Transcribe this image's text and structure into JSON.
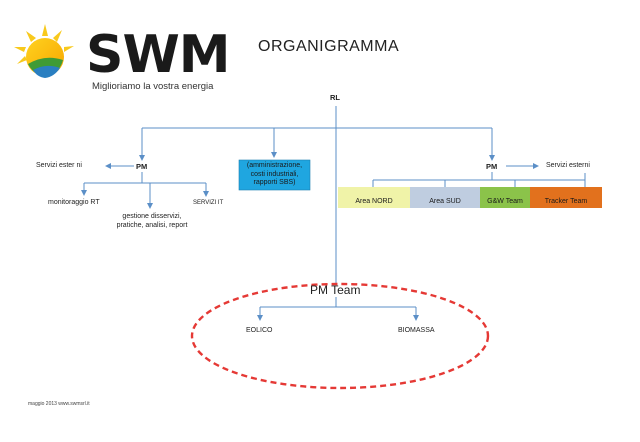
{
  "header": {
    "logo_text": "SWM",
    "tagline": "Miglioriamo la vostra energia",
    "title": "ORGANIGRAMMA"
  },
  "chart": {
    "root": "RL",
    "left_pm": {
      "label": "PM",
      "side_note": "Servizi ester ni",
      "children": [
        "monitoraggio RT",
        "gestione disservizi, pratiche, analisi, report",
        "SERVIZI IT"
      ]
    },
    "center_box": {
      "text": "(amministrazione, costi industriali, rapporti SBS)",
      "color": "#1fa6e0"
    },
    "right_pm": {
      "label": "PM",
      "side_note": "Servizi esterni",
      "areas": [
        {
          "label": "Area NORD",
          "color": "#f0f3a8"
        },
        {
          "label": "Area SUD",
          "color": "#bfcde0"
        },
        {
          "label": "G&W Team",
          "color": "#8bc34a"
        },
        {
          "label": "Tracker Team",
          "color": "#e2711d"
        }
      ]
    },
    "pm_team": {
      "label": "PM Team",
      "children": [
        "EOLICO",
        "BIOMASSA"
      ],
      "outline_color": "#e53935"
    },
    "line_color": "#5b8fc7"
  },
  "footer": {
    "text": "maggio 2013 www.swmsrl.it"
  }
}
